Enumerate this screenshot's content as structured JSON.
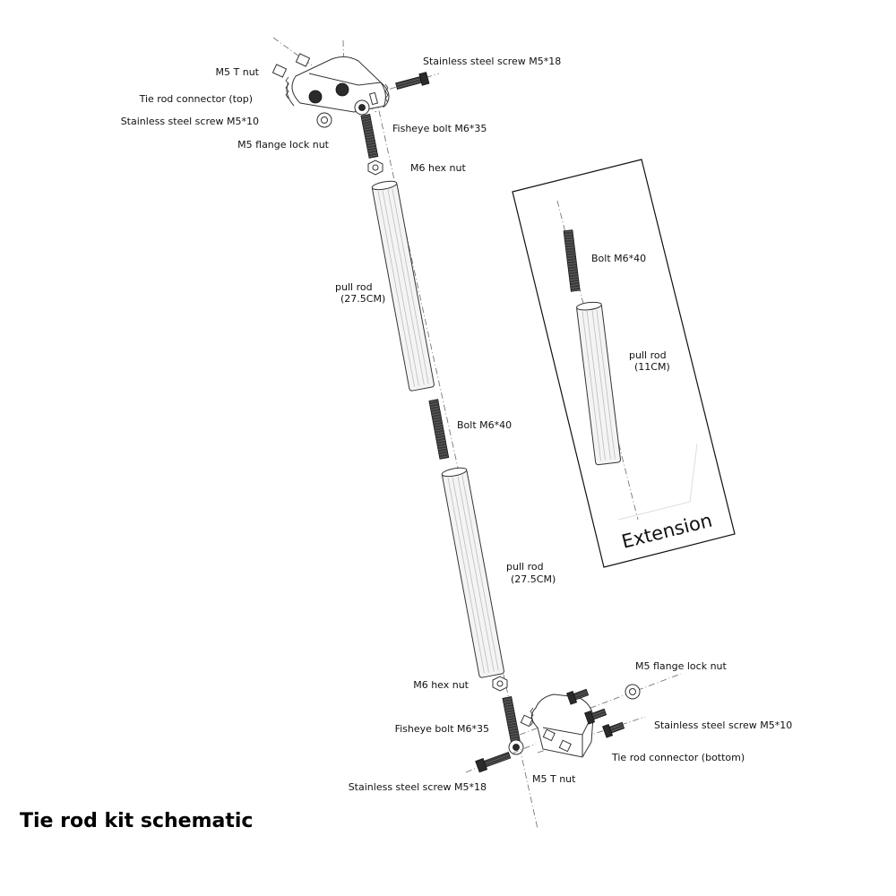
{
  "title": "Tie rod kit schematic",
  "extension": {
    "title": "Extension",
    "bolt_label": "Bolt M6*40",
    "rod_label": "pull rod",
    "rod_length": "(11CM)"
  },
  "top_labels": {
    "t_nut": "M5 T nut",
    "connector": "Tie rod connector (top)",
    "screw_m5_10": "Stainless steel screw M5*10",
    "flange_nut": "M5 flange lock nut",
    "screw_m5_18": "Stainless steel screw M5*18",
    "fisheye": "Fisheye bolt M6*35",
    "hex_nut": "M6 hex nut"
  },
  "rod1": {
    "label": "pull rod",
    "length": "(27.5CM)"
  },
  "middle_bolt": "Bolt M6*40",
  "rod2": {
    "label": "pull rod",
    "length": "(27.5CM)"
  },
  "bottom_labels": {
    "hex_nut": "M6 hex nut",
    "flange_nut": "M5 flange lock nut",
    "screw_m5_10": "Stainless steel screw M5*10",
    "fisheye": "Fisheye bolt M6*35",
    "connector": "Tie rod connector (bottom)",
    "screw_m5_18": "Stainless steel screw M5*18",
    "t_nut": "M5 T nut"
  }
}
